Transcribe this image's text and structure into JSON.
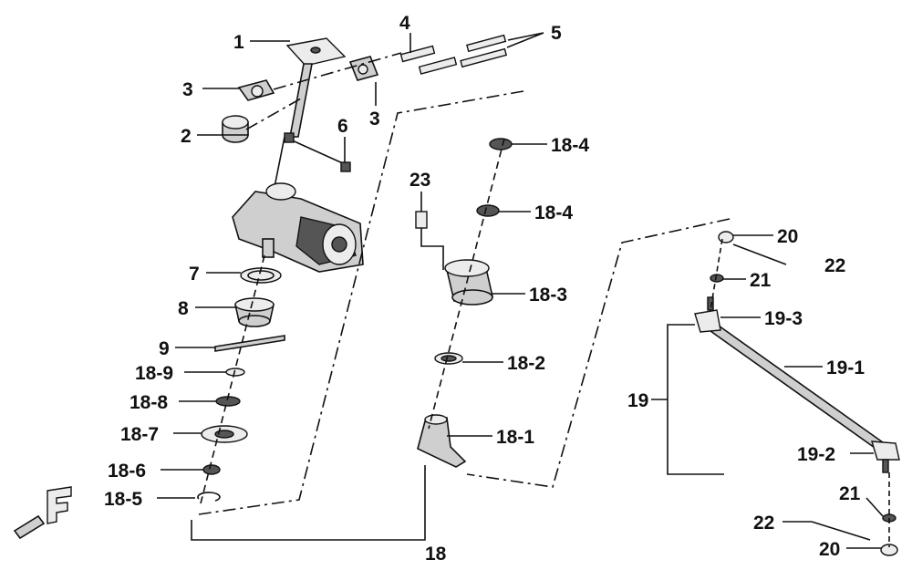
{
  "labels": {
    "l1": "1",
    "l2": "2",
    "l3a": "3",
    "l3b": "3",
    "l4": "4",
    "l5": "5",
    "l6": "6",
    "l7": "7",
    "l8": "8",
    "l9": "9",
    "l18_9": "18-9",
    "l18_8": "18-8",
    "l18_7": "18-7",
    "l18_6": "18-6",
    "l18_5": "18-5",
    "l23": "23",
    "l18_4a": "18-4",
    "l18_4b": "18-4",
    "l18_3": "18-3",
    "l18_2": "18-2",
    "l18_1": "18-1",
    "l18": "18",
    "l20a": "20",
    "l22a": "22",
    "l21a": "21",
    "l19_3": "19-3",
    "l19_1": "19-1",
    "l19": "19",
    "l19_2": "19-2",
    "l21b": "21",
    "l22b": "22",
    "l20b": "20"
  },
  "orientation_mark": "F"
}
